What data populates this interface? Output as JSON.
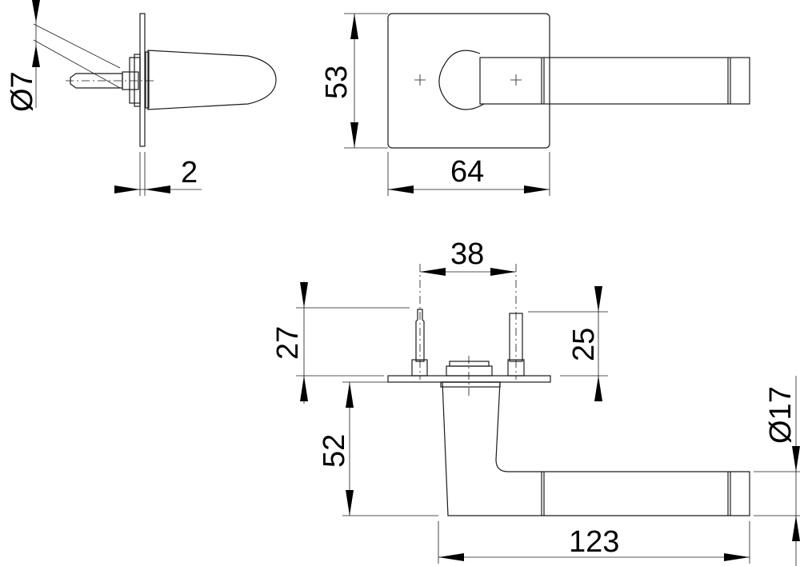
{
  "dimensions": {
    "pin_diameter": "Ø7",
    "plate_thickness": "2",
    "rose_height": "53",
    "rose_width": "64",
    "pin_spacing": "38",
    "pin_left_length": "27",
    "pin_right_length": "25",
    "lever_projection": "52",
    "lever_diameter": "Ø17",
    "lever_length": "123"
  }
}
